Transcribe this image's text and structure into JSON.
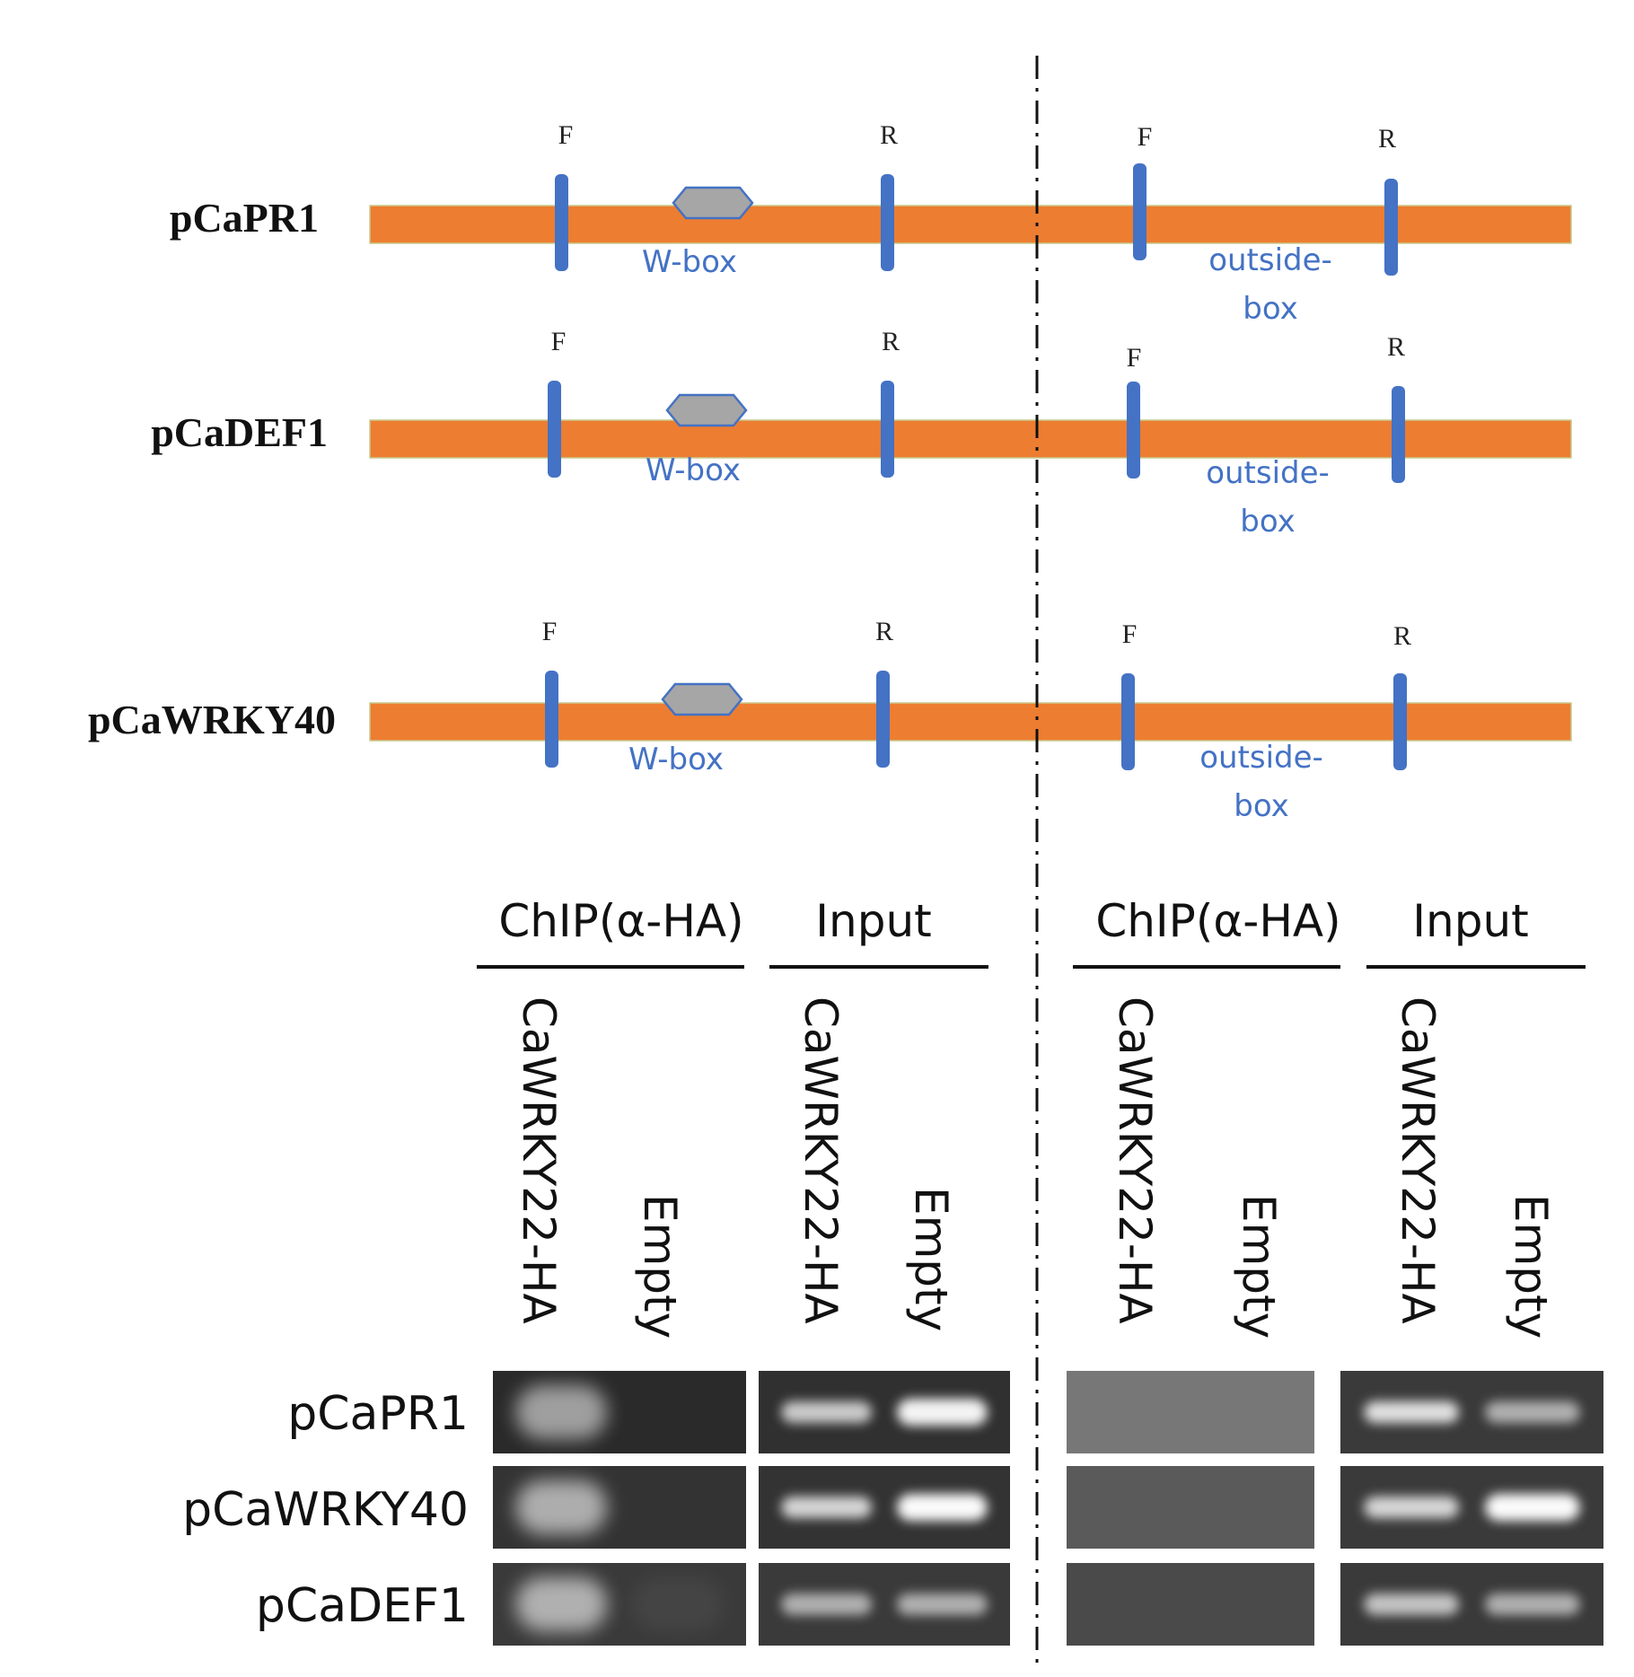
{
  "promoters": [
    {
      "label": "pCaPR1",
      "wbox_label": "W-box",
      "outside_line1": "outside-",
      "outside_line2": "box",
      "primer_f": "F",
      "primer_r": "R"
    },
    {
      "label": "pCaDEF1",
      "wbox_label": "W-box",
      "outside_line1": "outside-",
      "outside_line2": "box",
      "primer_f": "F",
      "primer_r": "R"
    },
    {
      "label": "pCaWRKY40",
      "wbox_label": "W-box",
      "outside_line1": "outside-",
      "outside_line2": "box",
      "primer_f": "F",
      "primer_r": "R"
    }
  ],
  "panels": [
    {
      "group_label": "ChIP(α-HA)",
      "lanes": [
        "CaWRKY22-HA",
        "Empty"
      ]
    },
    {
      "group_label": "Input",
      "lanes": [
        "CaWRKY22-HA",
        "Empty"
      ]
    },
    {
      "group_label": "ChIP(α-HA)",
      "lanes": [
        "CaWRKY22-HA",
        "Empty"
      ]
    },
    {
      "group_label": "Input",
      "lanes": [
        "CaWRKY22-HA",
        "Empty"
      ]
    }
  ],
  "gel_rows": [
    "pCaPR1",
    "pCaWRKY40",
    "pCaDEF1"
  ],
  "band_intensity": [
    [
      [
        0.55,
        0.0
      ],
      [
        0.75,
        0.95
      ],
      [
        0.0,
        0.0
      ],
      [
        0.85,
        0.6
      ]
    ],
    [
      [
        0.6,
        0.0
      ],
      [
        0.8,
        0.98
      ],
      [
        0.0,
        0.0
      ],
      [
        0.8,
        0.98
      ]
    ],
    [
      [
        0.6,
        0.05
      ],
      [
        0.6,
        0.6
      ],
      [
        0.0,
        0.0
      ],
      [
        0.7,
        0.6
      ]
    ]
  ],
  "colors": {
    "promoter_bar": "#ED7D31",
    "primer_mark": "#4472C4",
    "wbox_fill": "#A6A6A6",
    "wbox_stroke": "#4472C4",
    "label_blue": "#4472C4",
    "gel_dark": "#333333",
    "gel_light": "#6a6a6a",
    "band": "#ffffff"
  }
}
